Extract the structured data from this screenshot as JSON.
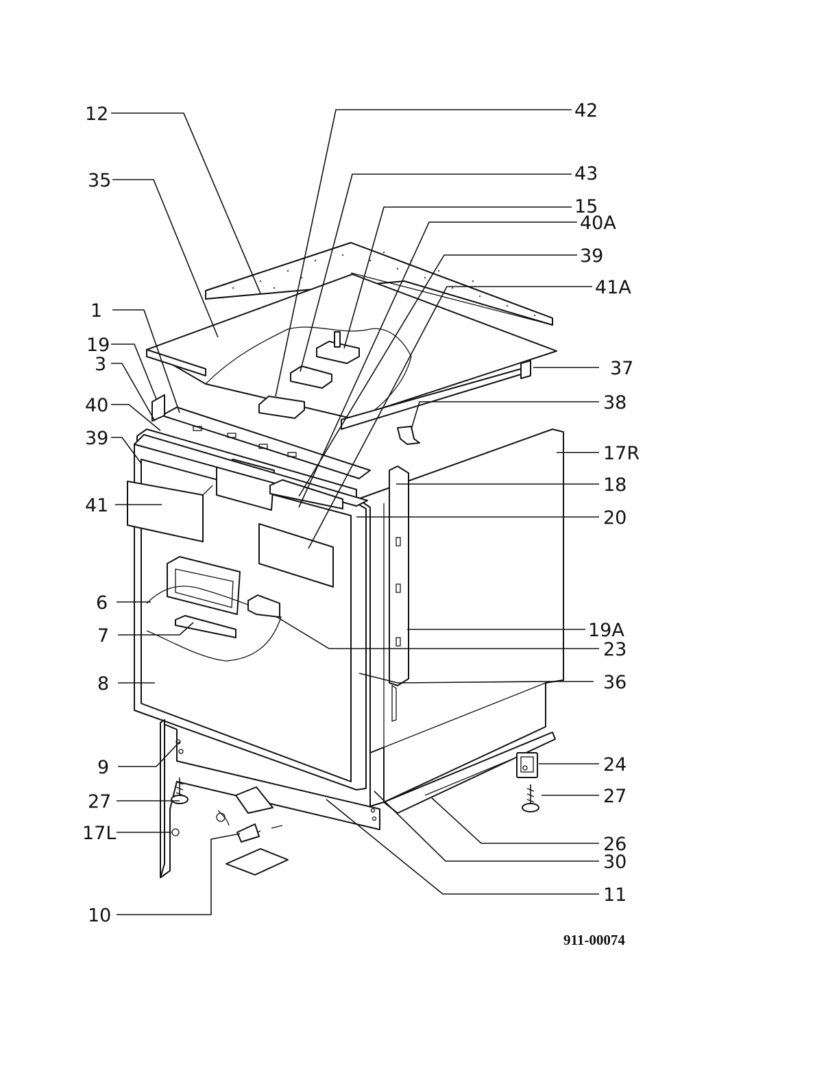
{
  "diagram": {
    "labels": {
      "l12": "12",
      "l42": "42",
      "l35": "35",
      "l43": "43",
      "l15": "15",
      "l40A": "40A",
      "l39r": "39",
      "l41A": "41A",
      "l1": "1",
      "l19": "19",
      "l3": "3",
      "l37": "37",
      "l40": "40",
      "l38": "38",
      "l39l": "39",
      "l17R": "17R",
      "l18": "18",
      "l41": "41",
      "l20": "20",
      "l6": "6",
      "l7": "7",
      "l23": "23",
      "l19A": "19A",
      "l8": "8",
      "l36": "36",
      "l9": "9",
      "l24": "24",
      "l27l": "27",
      "l27r": "27",
      "l17L": "17L",
      "l26": "26",
      "l30": "30",
      "l11": "11",
      "l10": "10"
    },
    "figure_code": "911-00074"
  }
}
